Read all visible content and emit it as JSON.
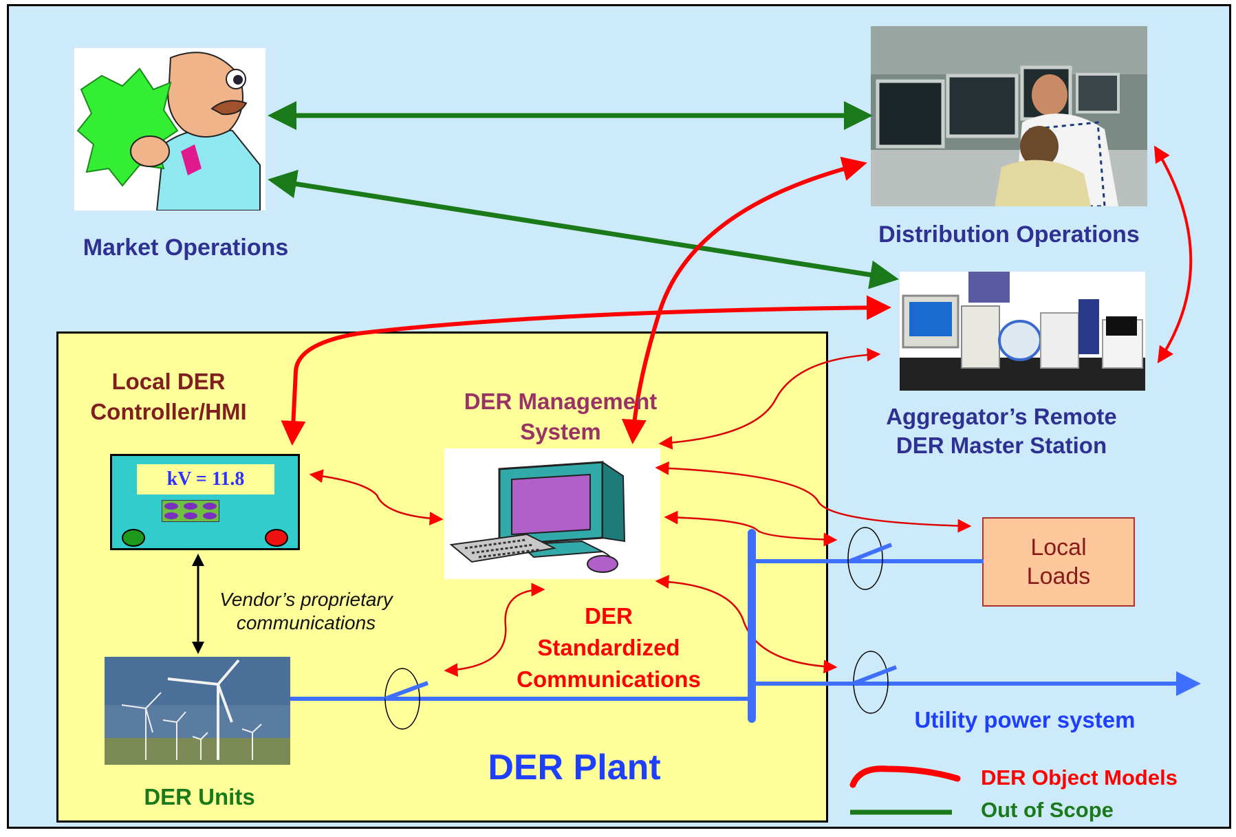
{
  "labels": {
    "market_operations": "Market Operations",
    "distribution_operations": "Distribution Operations",
    "aggregator_line1": "Aggregator’s Remote",
    "aggregator_line2": "DER Master Station",
    "local_controller_line1": "Local DER",
    "local_controller_line2": "Controller/HMI",
    "der_management_line1": "DER Management",
    "der_management_line2": "System",
    "vendor_line1": "Vendor’s proprietary",
    "vendor_line2": "communications",
    "std_comm_line1": "DER",
    "std_comm_line2": "Standardized",
    "std_comm_line3": "Communications",
    "der_units": "DER Units",
    "der_plant": "DER Plant",
    "utility_power_system": "Utility power system",
    "local_loads_line1": "Local",
    "local_loads_line2": "Loads",
    "controller_display": "kV = 11.8"
  },
  "legend": {
    "items": [
      {
        "label": "DER Object Models",
        "color": "#ff0000"
      },
      {
        "label": "Out of Scope",
        "color": "#1a7a1a"
      }
    ]
  },
  "colors": {
    "background": "#cdeafb",
    "plant": "#ffff99",
    "object_models": "#ff0000",
    "out_of_scope": "#1a7a1a",
    "power_line": "#3f6fff"
  },
  "icons": {
    "market": "businessman-with-map",
    "distribution": "control-room-operators",
    "aggregator": "computer-workstation",
    "der_management": "desktop-computer",
    "der_units": "wind-turbines"
  }
}
